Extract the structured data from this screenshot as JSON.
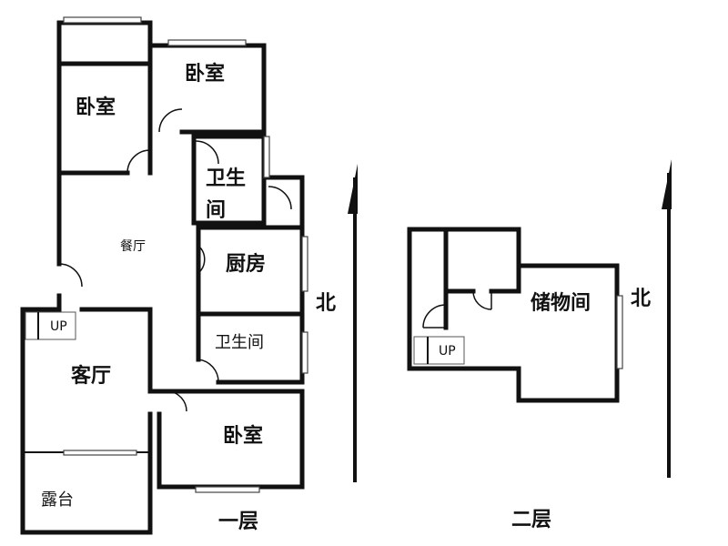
{
  "floor1": {
    "caption": "一层",
    "rooms": {
      "bedroom_top_left": "卧室",
      "bedroom_top": "卧室",
      "bathroom_upper": "卫生\n间",
      "dining": "餐厅",
      "kitchen": "厨房",
      "bathroom_lower": "卫生间",
      "living": "客厅",
      "bedroom_bottom": "卧室",
      "terrace": "露台"
    },
    "stair_label": "UP",
    "north": "北"
  },
  "floor2": {
    "caption": "二层",
    "rooms": {
      "storage": "储物间"
    },
    "stair_label": "UP",
    "north": "北"
  }
}
